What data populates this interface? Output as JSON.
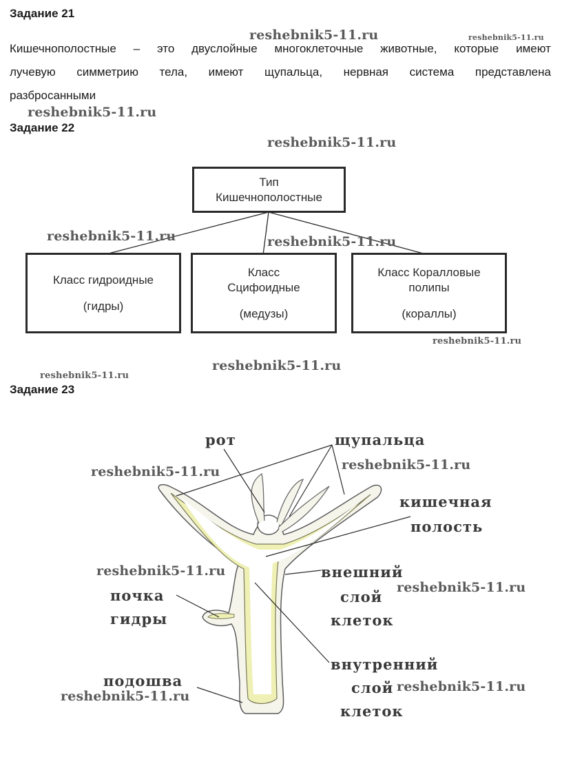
{
  "task21": {
    "heading": "Задание 21",
    "line1": [
      "Кишечнополостные",
      "–",
      "это",
      "двуслойные",
      "многоклеточные",
      "животные,",
      "которые",
      "имеют"
    ],
    "line2": [
      "лучевую",
      "симметрию",
      "тела,",
      "имеют",
      "щупальца,",
      "нервная",
      "система",
      "представлена"
    ],
    "line3": "разбросанными"
  },
  "task22": {
    "heading": "Задание 22",
    "root": {
      "line1": "Тип",
      "line2": "Кишечнополостные"
    },
    "classes": [
      {
        "line1": "Класс гидроидные",
        "line2": "",
        "example": "(гидры)"
      },
      {
        "line1": "Класс",
        "line2": "Сцифоидные",
        "example": "(медузы)"
      },
      {
        "line1": "Класс Коралловые",
        "line2": "полипы",
        "example": "(кораллы)"
      }
    ]
  },
  "task23": {
    "heading": "Задание 23",
    "labels": {
      "mouth": "рот",
      "tentacles": "щупальца",
      "gut1": "кишечная",
      "gut2": "полость",
      "outer1": "внешний",
      "outer2": "слой",
      "outer3": "клеток",
      "bud1": "почка",
      "bud2": "гидры",
      "inner1": "внутренний",
      "inner2": "слой",
      "inner3": "клеток",
      "sole": "подошва"
    }
  },
  "watermark": "reshebnik5-11.ru",
  "colors": {
    "text": "#1a1a1a",
    "watermark": "#5a5a5a",
    "endoderm": "#eef0b4",
    "box_border": "#2a2a2a"
  }
}
